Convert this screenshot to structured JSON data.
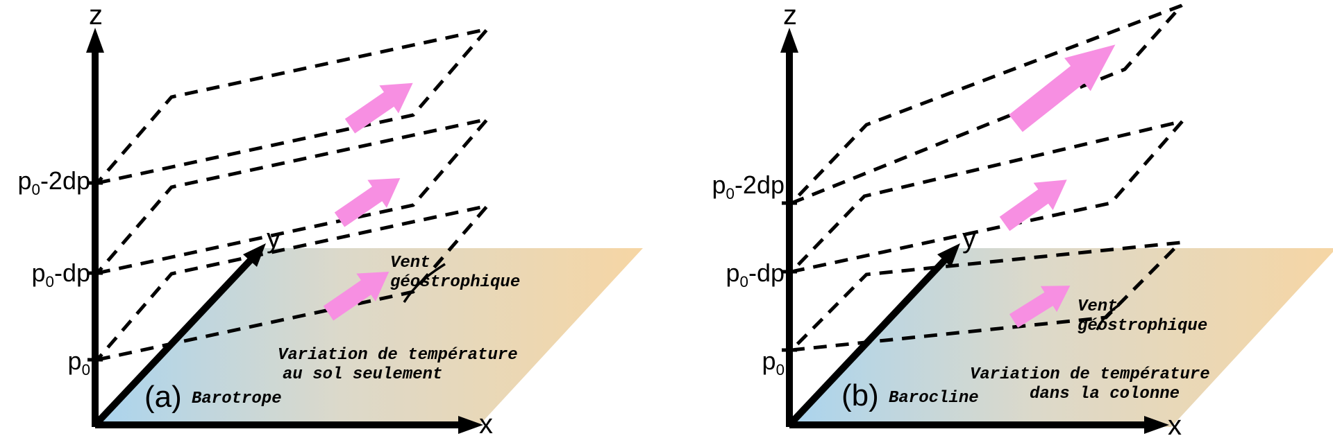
{
  "figure": {
    "title_none_visible": "",
    "colors": {
      "arrow_pink": "#f78fe2",
      "ground_left": "#aad4ee",
      "ground_mid": "#dcd9ca",
      "ground_right": "#f6d6a4",
      "line_black": "#000000"
    }
  },
  "colors": {
    "arrow_pink": "#f78fe2",
    "ground_left": "#aad4ee",
    "ground_mid": "#dcd9ca",
    "ground_right": "#f6d6a4"
  },
  "panels": [
    {
      "id": "a",
      "index_label": "(a)",
      "regime_label": "Barotrope",
      "axis": {
        "z": "z",
        "y": "y",
        "x": "x"
      },
      "pressure_labels": [
        {
          "base": "p",
          "sub": "0",
          "rest": "-2dp"
        },
        {
          "base": "p",
          "sub": "0",
          "rest": "-dp"
        },
        {
          "base": "p",
          "sub": "0",
          "rest": ""
        }
      ],
      "wind_label_line1": "Vent",
      "wind_label_line2": "géostrophique",
      "caption_line1": "Variation de température",
      "caption_line2": "au sol seulement"
    },
    {
      "id": "b",
      "index_label": "(b)",
      "regime_label": "Barocline",
      "axis": {
        "z": "z",
        "y": "y",
        "x": "x"
      },
      "pressure_labels": [
        {
          "base": "p",
          "sub": "0",
          "rest": "-2dp"
        },
        {
          "base": "p",
          "sub": "0",
          "rest": "-dp"
        },
        {
          "base": "p",
          "sub": "0",
          "rest": ""
        }
      ],
      "wind_label_line1": "Vent",
      "wind_label_line2": "géostrophique",
      "caption_line1": "Variation de température",
      "caption_line2": "dans la colonne"
    }
  ]
}
